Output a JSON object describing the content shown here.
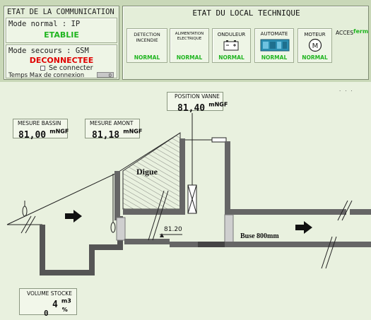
{
  "communication": {
    "title": "ETAT DE LA COMMUNICATION",
    "normal_label": "Mode normal : IP",
    "normal_status": "ETABLIE",
    "backup_label": "Mode secours : GSM",
    "backup_status": "DECONNECTEE",
    "connected_checkbox_label": "Se connecter",
    "max_time_label": "Temps Max de connexion",
    "max_time_value": "0",
    "status_colors": {
      "ok": "#1fb51f",
      "error": "#e00000"
    }
  },
  "local": {
    "title": "ETAT DU LOCAL TECHNIQUE",
    "detection": {
      "label_line1": "DETECTION",
      "label_line2": "INCENDIE",
      "status": "NORMAL"
    },
    "alimentation": {
      "label_line1": "ALIMENTATION",
      "label_line2": "ELECTRIQUE",
      "status": "NORMAL"
    },
    "onduleur": {
      "label": "ONDULEUR",
      "status": "NORMAL",
      "icon": "battery-icon"
    },
    "automate": {
      "label": "AUTOMATE",
      "status": "NORMAL",
      "icon": "plc-icon"
    },
    "moteur": {
      "label": "MOTEUR",
      "status": "NORMAL",
      "icon": "motor-icon"
    },
    "acces": {
      "label": "ACCES",
      "status": "ferm"
    }
  },
  "synoptic": {
    "position_vanne": {
      "label": "POSITION VANNE",
      "value": "81,40",
      "unit": "mNGF"
    },
    "mesure_bassin": {
      "label": "MESURE BASSIN",
      "value": "81,00",
      "unit": "mNGF"
    },
    "mesure_amont": {
      "label": "MESURE AMONT",
      "value": "81,18",
      "unit": "mNGF"
    },
    "digue_label": "Digue",
    "level_label": "81.20",
    "buse_label": "Buse 800mm",
    "volume": {
      "label": "VOLUME STOCKE",
      "value": "4",
      "unit": "m3",
      "percent": "0",
      "percent_unit": "%"
    }
  }
}
